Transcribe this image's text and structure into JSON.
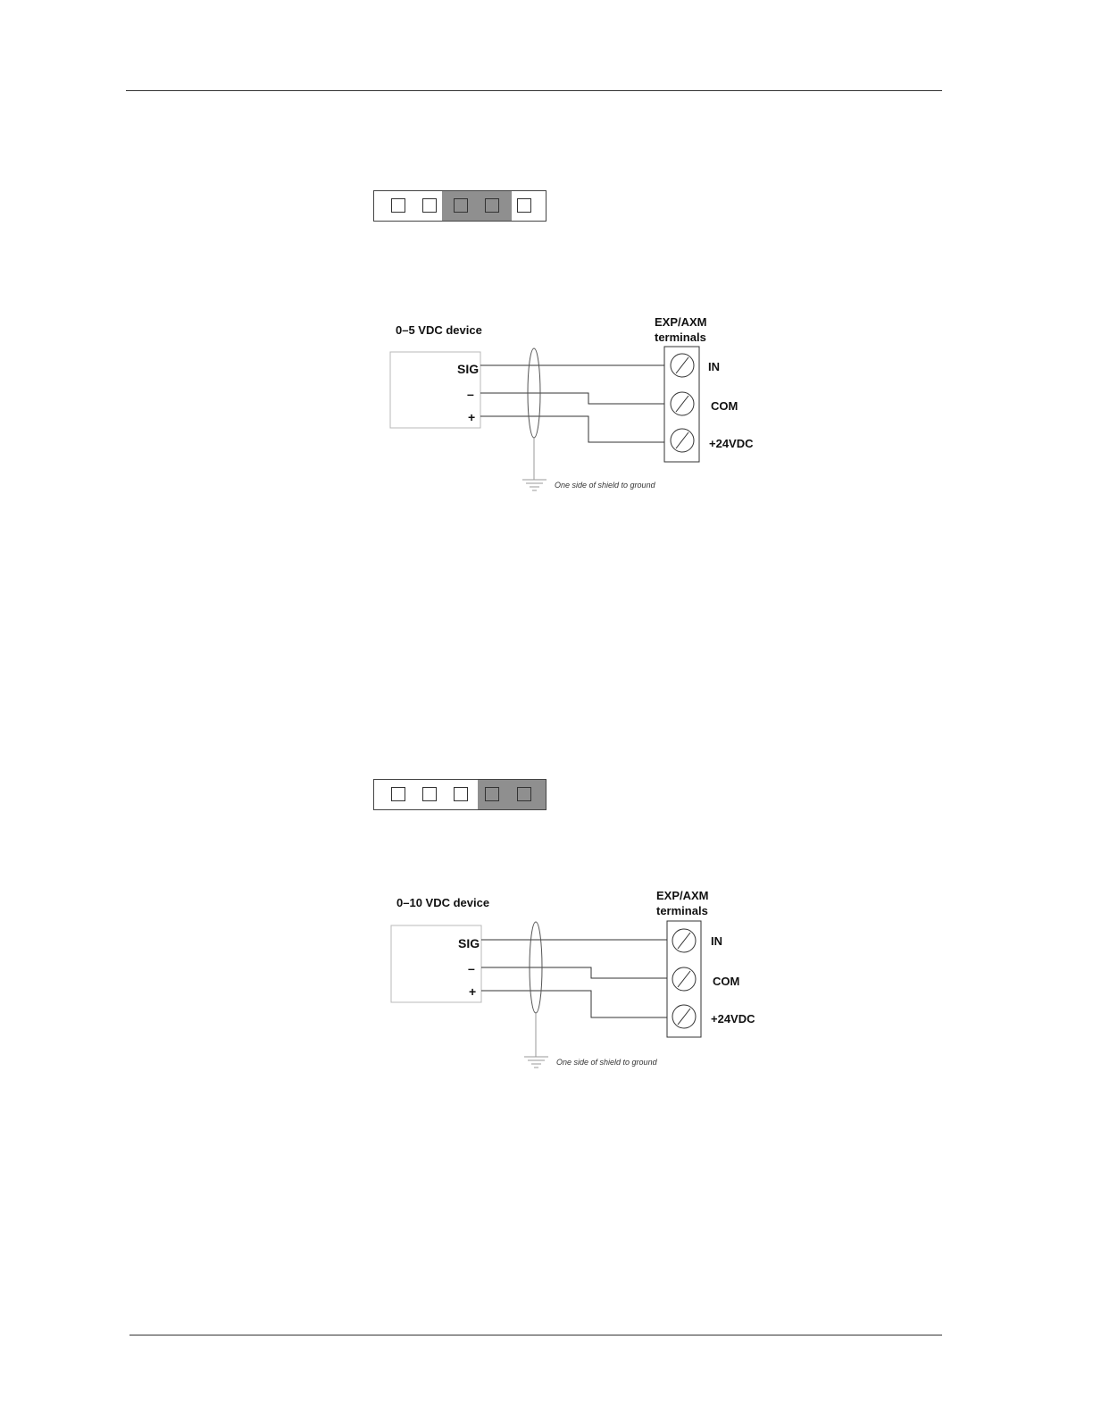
{
  "jumper_1": {
    "pins": [
      false,
      false,
      true,
      true,
      false
    ]
  },
  "jumper_2": {
    "pins": [
      false,
      false,
      false,
      true,
      true
    ]
  },
  "diagram_1": {
    "device_label": "0–5 VDC device",
    "terminals_label_line1": "EXP/AXM",
    "terminals_label_line2": "terminals",
    "device_pins": [
      "SIG",
      "–",
      "+"
    ],
    "terminal_labels": [
      "IN",
      "COM",
      "+24VDC"
    ],
    "shield_note": "One side of shield to ground"
  },
  "diagram_2": {
    "device_label": "0–10 VDC device",
    "terminals_label_line1": "EXP/AXM",
    "terminals_label_line2": "terminals",
    "device_pins": [
      "SIG",
      "–",
      "+"
    ],
    "terminal_labels": [
      "IN",
      "COM",
      "+24VDC"
    ],
    "shield_note": "One side of shield to ground"
  }
}
